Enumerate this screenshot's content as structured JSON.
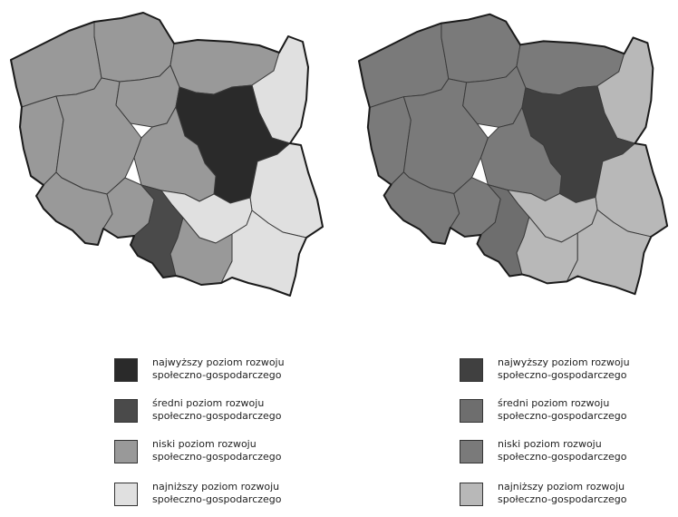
{
  "colors": {
    "left": {
      "highest": "#2a2a2a",
      "medium": "#4a4a4a",
      "low": "#999999",
      "lowest": "#e0e0e0"
    },
    "right": {
      "highest": "#404040",
      "medium": "#6e6e6e",
      "low": "#7a7a7a",
      "lowest": "#b8b8b8"
    }
  },
  "legend_left": [
    {
      "line1": "najwyższy poziom rozwoju",
      "line2": "społeczno-gospodarczego",
      "color": "#2a2a2a"
    },
    {
      "line1": "średni poziom rozwoju",
      "line2": "społeczno-gospodarczego",
      "color": "#4a4a4a"
    },
    {
      "line1": "niski poziom rozwoju",
      "line2": "społeczno-gospodarczego",
      "color": "#999999"
    },
    {
      "line1": "najniższy poziom rozwoju",
      "line2": "społeczno-gospodarczego",
      "color": "#e0e0e0"
    }
  ],
  "legend_right": [
    {
      "line1": "najwyższy poziom rozwoju",
      "line2": "społeczno-gospodarczego",
      "color": "#404040"
    },
    {
      "line1": "średni poziom rozwoju",
      "line2": "społeczno-gospodarczego",
      "color": "#6e6e6e"
    },
    {
      "line1": "niski poziom rozwoju",
      "line2": "społeczno-gospodarczego",
      "color": "#7a7a7a"
    },
    {
      "line1": "najniższy poziom rozwoju",
      "line2": "społeczno-gospodarczego",
      "color": "#b8b8b8"
    }
  ],
  "regions": {
    "left": {
      "zachodniopomorskie": "low",
      "pomorskie": "low",
      "warminsko_mazurskie": "low",
      "podlaskie": "lowest",
      "lubuskie": "low",
      "wielkopolskie": "low",
      "kujawsko_pomorskie": "low",
      "mazowieckie": "highest",
      "lodzkie": "low",
      "lubelskie": "lowest",
      "dolnoslaskie": "low",
      "opolskie": "low",
      "slaskie": "medium",
      "swietokrzyskie": "lowest",
      "malopolskie": "low",
      "podkarpackie": "lowest"
    },
    "right": {
      "zachodniopomorskie": "low",
      "pomorskie": "low",
      "warminsko_mazurskie": "low",
      "podlaskie": "lowest",
      "lubuskie": "low",
      "wielkopolskie": "low",
      "kujawsko_pomorskie": "low",
      "mazowieckie": "highest",
      "lodzkie": "low",
      "lubelskie": "lowest",
      "dolnoslaskie": "low",
      "opolskie": "low",
      "slaskie": "medium",
      "swietokrzyskie": "lowest",
      "malopolskie": "lowest",
      "podkarpackie": "lowest"
    }
  }
}
